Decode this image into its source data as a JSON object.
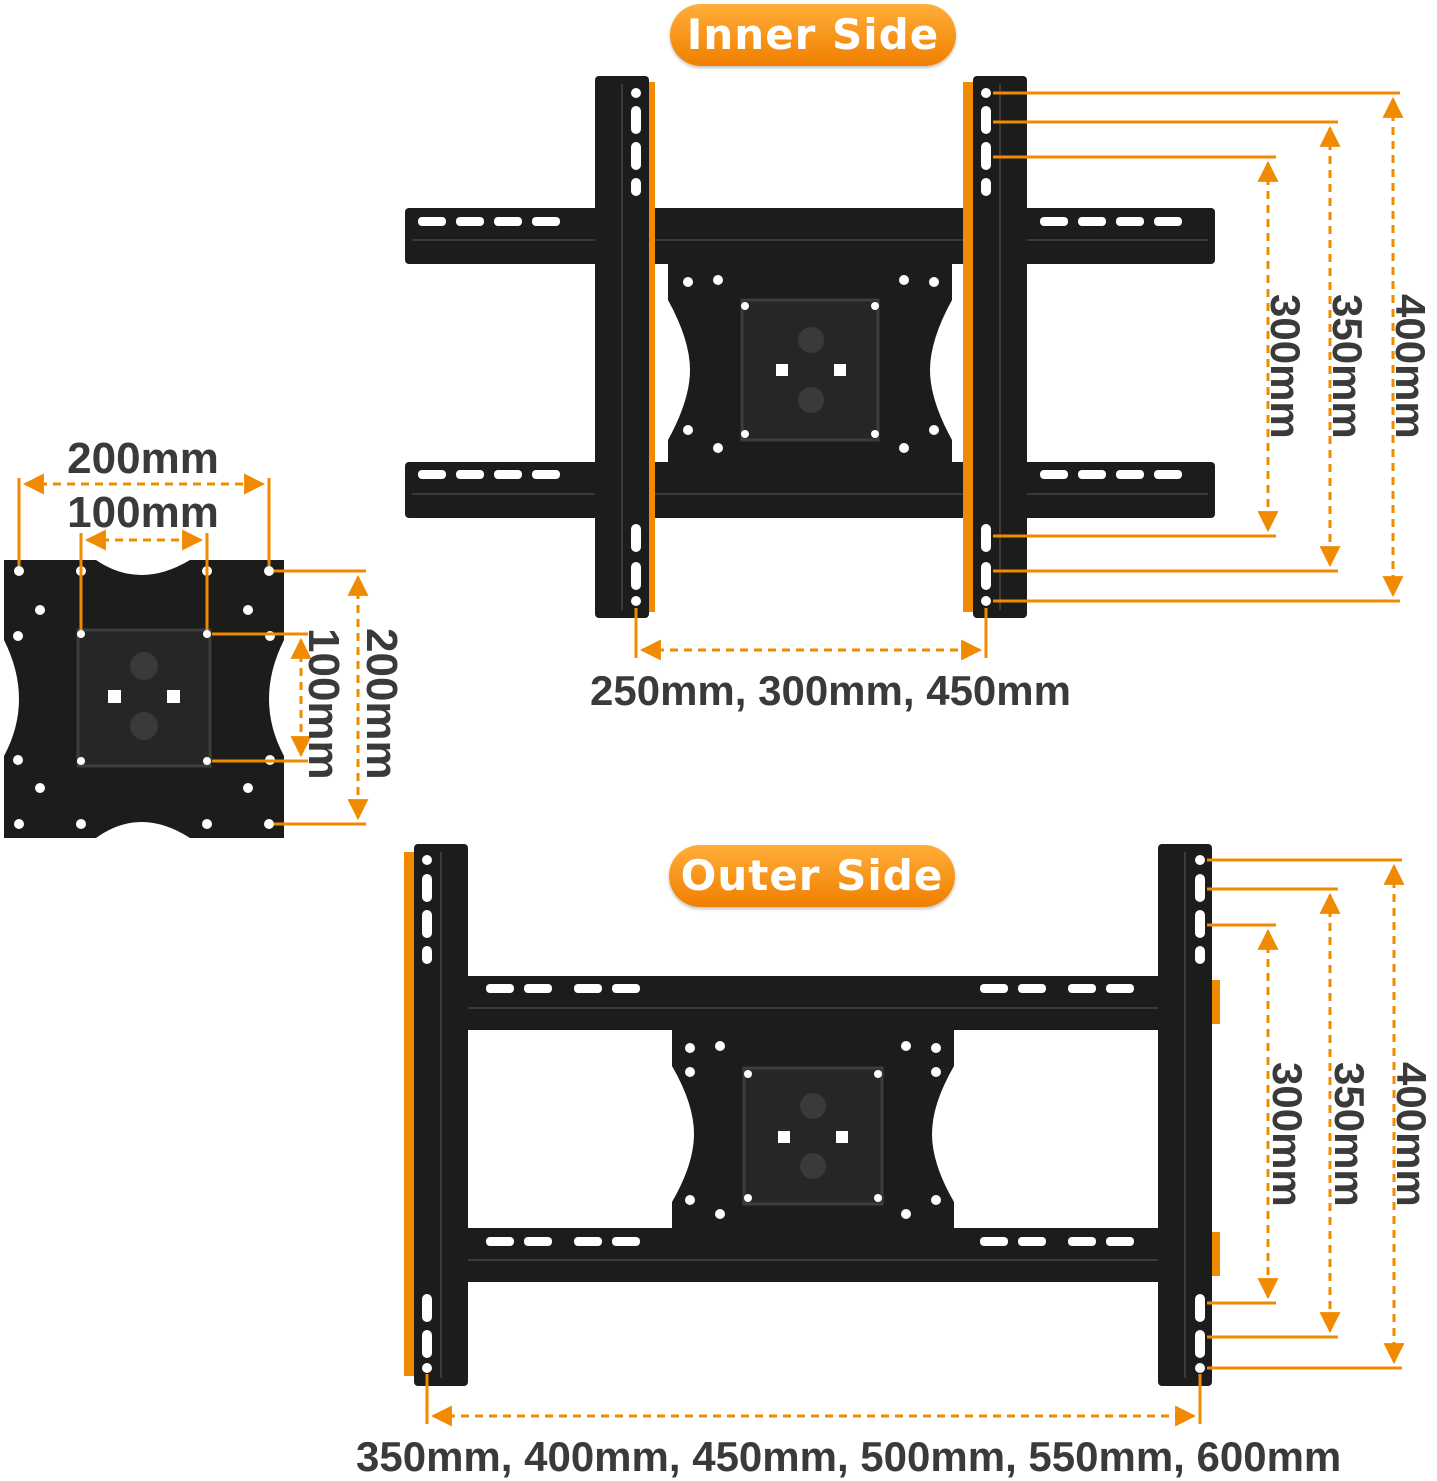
{
  "inner_side": {
    "title": "Inner Side",
    "horizontal_spacing": "250mm, 300mm, 450mm",
    "vertical_spacings": [
      "300mm",
      "350mm",
      "400mm"
    ]
  },
  "outer_side": {
    "title": "Outer Side",
    "horizontal_spacing": "350mm, 400mm, 450mm, 500mm, 550mm, 600mm",
    "vertical_spacings": [
      "300mm",
      "350mm",
      "400mm"
    ]
  },
  "small_plate": {
    "width_outer": "200mm",
    "width_inner": "100mm",
    "height_inner": "100mm",
    "height_outer": "200mm"
  },
  "colors": {
    "accent": "#f08a00",
    "metal": "#1c1c1c",
    "text": "#3a3a3a"
  }
}
